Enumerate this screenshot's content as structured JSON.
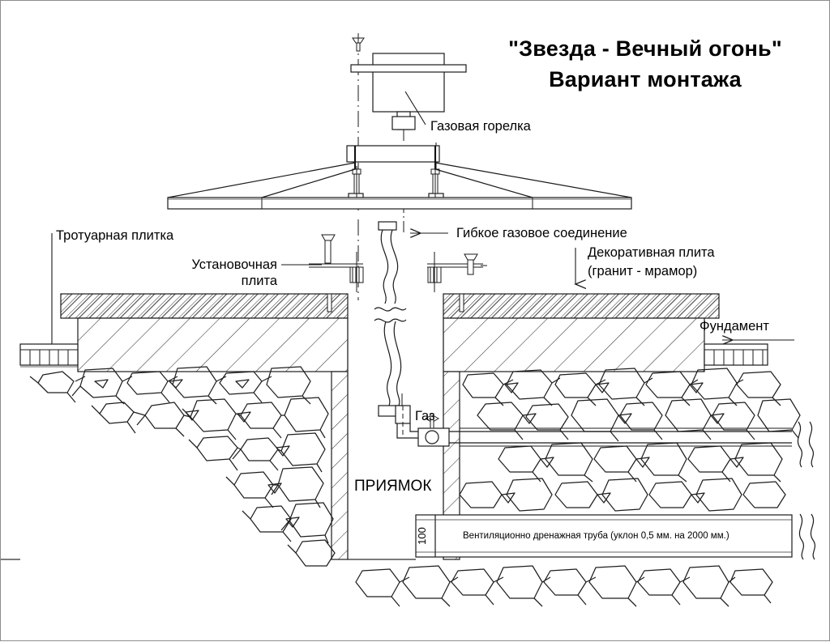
{
  "title": {
    "line1": "\"Звезда - Вечный огонь\"",
    "line2": "Вариант монтажа"
  },
  "labels": {
    "gas_burner": "Газовая горелка",
    "paving_tile": "Тротуарная плитка",
    "mounting_plate_l1": "Установочная",
    "mounting_plate_l2": "плита",
    "flexible_gas_connection": "Гибкое газовое соединение",
    "decorative_slab_l1": "Декоративная плита",
    "decorative_slab_l2": "(гранит - мрамор)",
    "foundation": "Фундамент",
    "gas": "Газ",
    "pit": "ПРИЯМОК",
    "vent_drain_pipe": "Вентиляционно дренажная труба (уклон 0,5 мм. на 2000 мм.)",
    "dim_100": "100"
  },
  "icons": {
    "arrow_left": "arrow-left-icon",
    "arrow_down": "arrow-down-icon",
    "break_symbol": "break-line-icon",
    "valve": "gas-valve-icon",
    "anchor_bolt": "anchor-bolt-icon"
  },
  "colors": {
    "line": "#1a1a1a",
    "hatch": "#333333",
    "background": "#ffffff",
    "border": "#8d8d8d"
  }
}
